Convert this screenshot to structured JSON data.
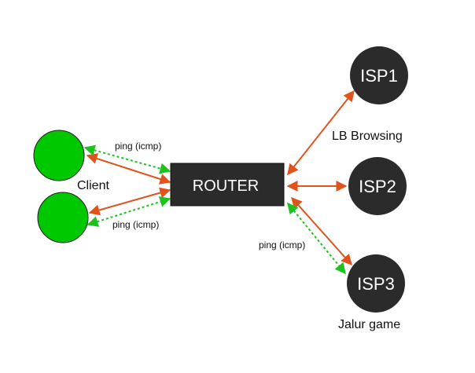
{
  "nodes": {
    "router": "ROUTER",
    "isp1": "ISP1",
    "isp2": "ISP2",
    "isp3": "ISP3",
    "client_top": "",
    "client_bottom": ""
  },
  "labels": {
    "client": "Client",
    "ping_top": "ping (icmp)",
    "ping_bottom": "ping (icmp)",
    "ping_isp3": "ping (icmp)",
    "lb_browsing": "LB Browsing",
    "jalur_game": "Jalur game"
  },
  "colors": {
    "client_fill": "#00c800",
    "isp_fill": "#2b2b2b",
    "router_fill": "#2b2b2b",
    "link_orange": "#e0531c",
    "ping_green": "#1ec21e",
    "node_text": "#ffffff",
    "label_text": "#111111"
  }
}
